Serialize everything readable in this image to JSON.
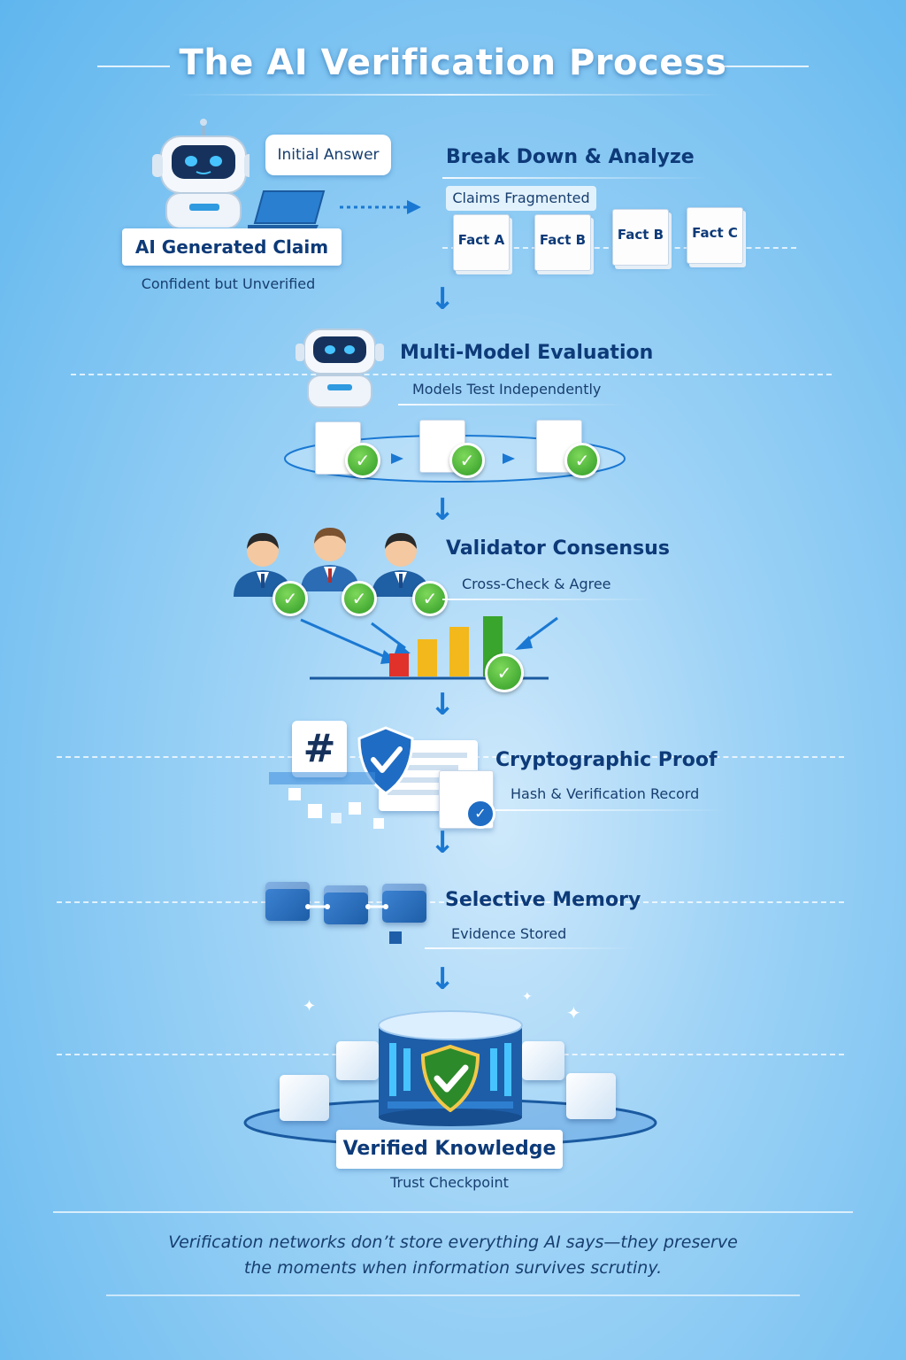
{
  "title": "The AI Verification Process",
  "step1": {
    "bubble": "Initial Answer",
    "banner": "AI Generated Claim",
    "caption": "Confident but Unverified"
  },
  "step2": {
    "heading": "Break Down & Analyze",
    "tag": "Claims Fragmented",
    "facts": [
      "Fact A",
      "Fact B",
      "Fact B",
      "Fact C"
    ]
  },
  "step3": {
    "heading": "Multi-Model Evaluation",
    "sub": "Models Test Independently"
  },
  "step4": {
    "heading": "Validator Consensus",
    "sub": "Cross-Check & Agree"
  },
  "step5": {
    "heading": "Cryptographic Proof",
    "sub": "Hash & Verification Record",
    "hash_symbol": "#"
  },
  "step6": {
    "heading": "Selective Memory",
    "sub": "Evidence Stored"
  },
  "step7": {
    "banner": "Verified Knowledge",
    "caption": "Trust Checkpoint"
  },
  "footer": {
    "line1": "Verification networks don’t store everything AI says—they preserve",
    "line2": "the moments when information survives scrutiny."
  },
  "colors": {
    "heading": "#0d3a78",
    "accent": "#1a78d2",
    "check": "#3aa52d"
  }
}
